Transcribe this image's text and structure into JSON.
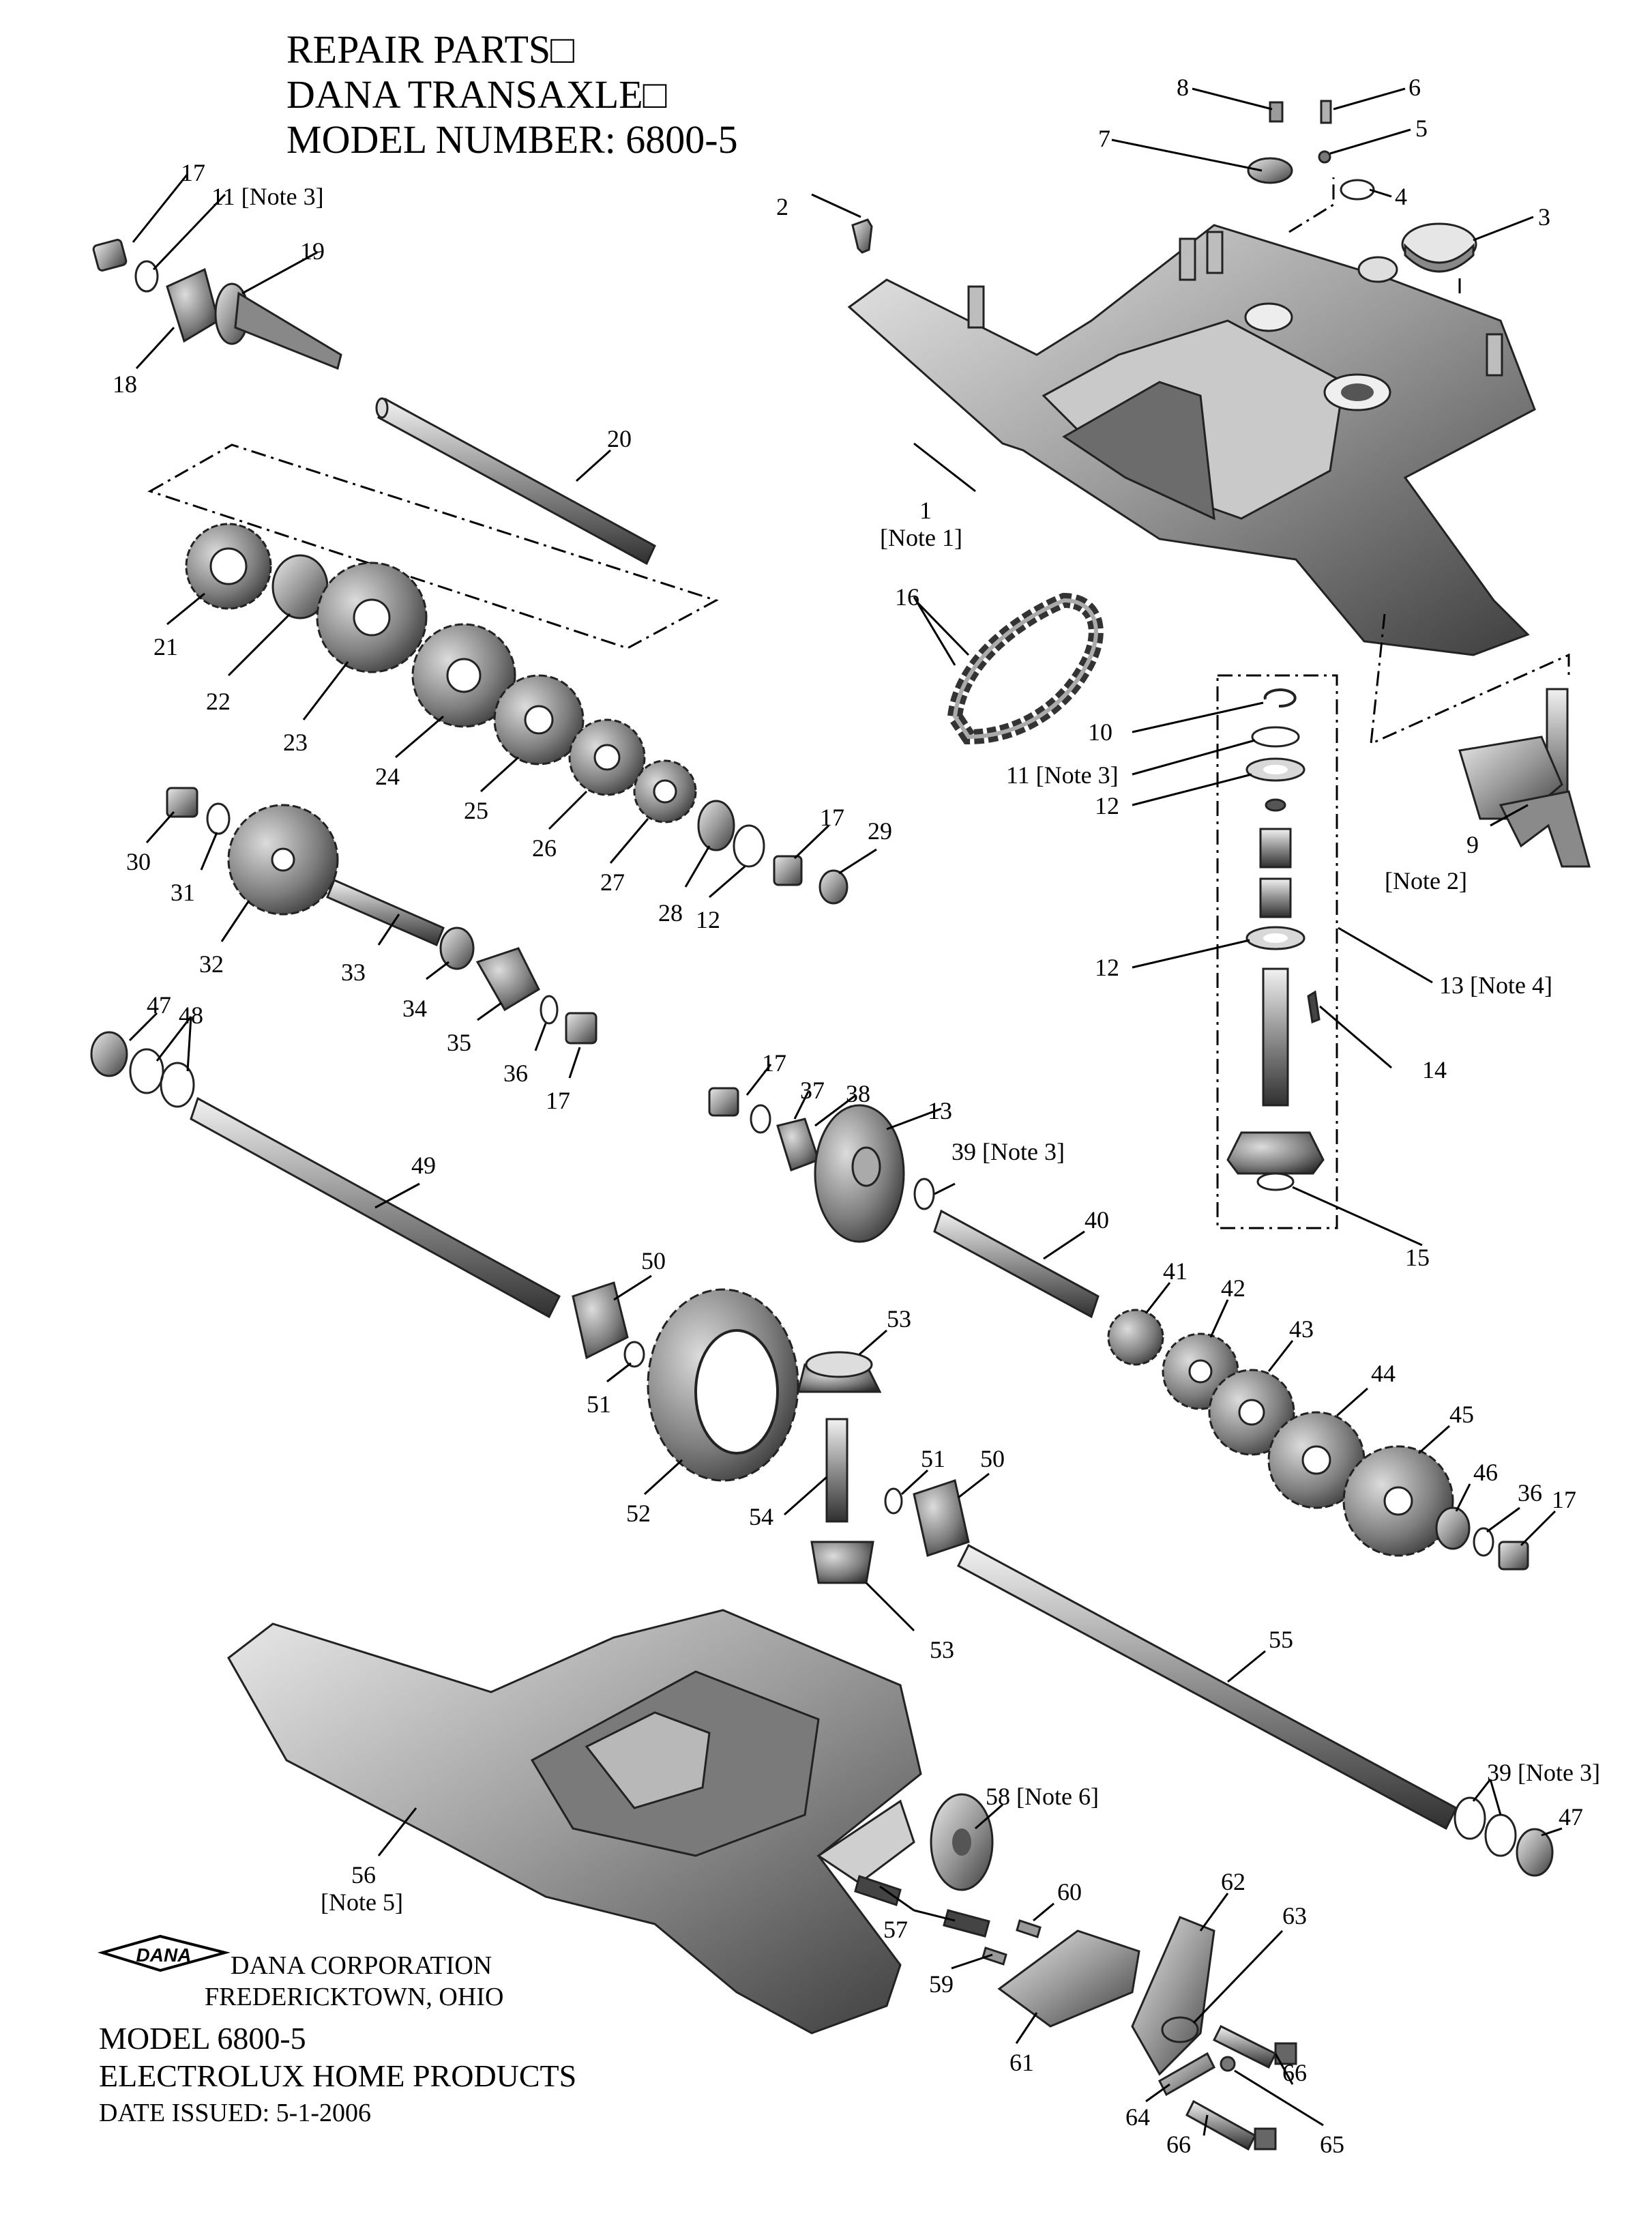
{
  "header": {
    "line1": "REPAIR PARTS□",
    "line2": "DANA TRANSAXLE□",
    "line3": "MODEL NUMBER: 6800-5"
  },
  "logo": {
    "text": "DANA"
  },
  "company": {
    "name": "DANA CORPORATION",
    "location": "FREDERICKTOWN, OHIO"
  },
  "footer": {
    "model": "MODEL 6800-5",
    "brand": "ELECTROLUX HOME PRODUCTS",
    "date": "DATE ISSUED: 5-1-2006"
  },
  "callouts": [
    "1",
    "[Note 1]",
    "2",
    "3",
    "4",
    "5",
    "6",
    "7",
    "8",
    "9",
    "[Note 2]",
    "10",
    "11 [Note 3]",
    "12",
    "12",
    "13 [Note 4]",
    "14",
    "15",
    "16",
    "17",
    "11 [Note 3]",
    "18",
    "19",
    "20",
    "21",
    "22",
    "23",
    "24",
    "25",
    "26",
    "27",
    "28",
    "12",
    "17",
    "29",
    "30",
    "31",
    "32",
    "33",
    "34",
    "35",
    "36",
    "17",
    "47",
    "48",
    "49",
    "50",
    "51",
    "52",
    "53",
    "54",
    "53",
    "51",
    "50",
    "17",
    "37",
    "38",
    "13",
    "39 [Note 3]",
    "40",
    "41",
    "42",
    "43",
    "44",
    "45",
    "46",
    "36",
    "17",
    "55",
    "39 [Note 3]",
    "47",
    "56",
    "[Note 5]",
    "58 [Note 6]",
    "57",
    "60",
    "59",
    "61",
    "62",
    "63",
    "66",
    "64",
    "66",
    "65"
  ]
}
